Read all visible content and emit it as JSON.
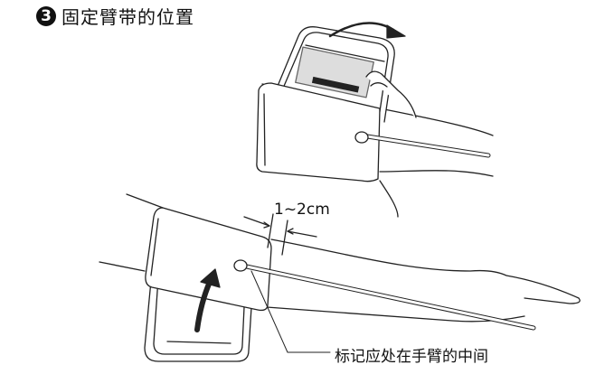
{
  "title": {
    "step_number": "3",
    "text": "固定臂带的位置"
  },
  "labels": {
    "distance": "1~2cm",
    "marker_note": "标记应处在手臂的中间"
  }
}
